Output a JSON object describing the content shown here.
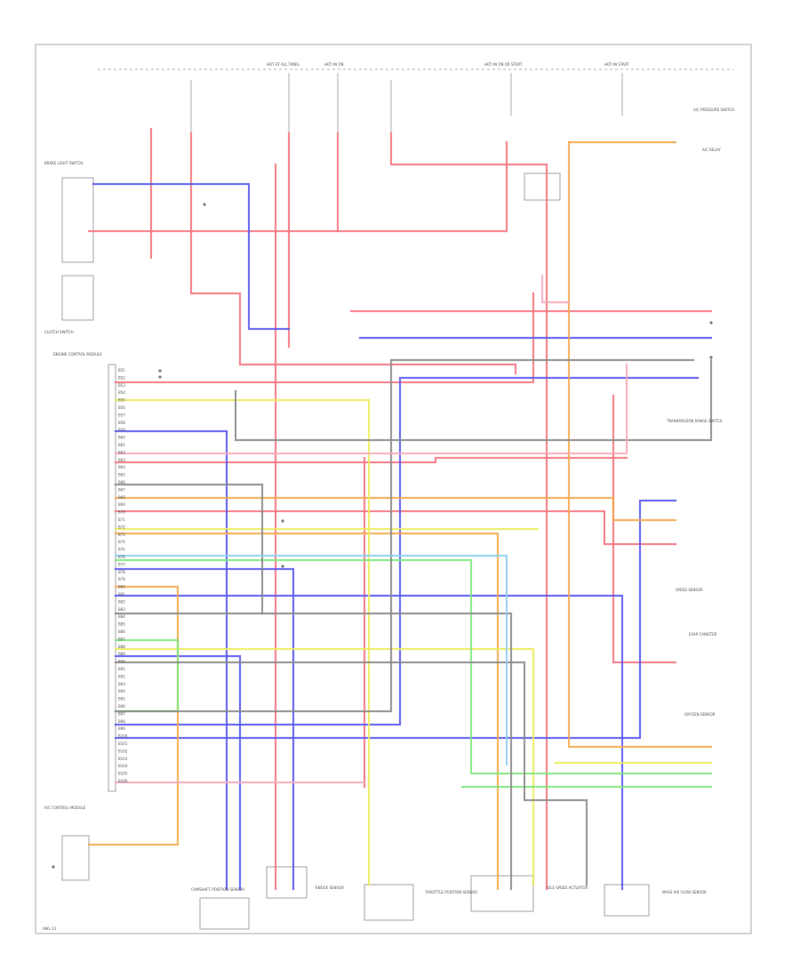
{
  "diagram": {
    "colors": {
      "red": "#f5737e",
      "blue": "#5656f0",
      "orange": "#f5a84a",
      "yellow": "#ecec5a",
      "green": "#7ee87e",
      "gray": "#8a8a8a",
      "pink": "#f7a8b8",
      "lightblue": "#8cd0f0"
    },
    "labels": {
      "page_number": "AWL-13",
      "fuse_boxes": [
        "HOT AT ALL TIMES",
        "HOT IN ON",
        "HOT IN ON OR START",
        "HOT IN START"
      ],
      "ecm_title": "ENGINE CONTROL MODULE",
      "ecm_pins": [
        "B51",
        "B52",
        "B53",
        "B54",
        "B55",
        "B56",
        "B57",
        "B58",
        "B59",
        "B60",
        "B61",
        "B62",
        "B63",
        "B64",
        "B65",
        "B66",
        "B67",
        "B68",
        "B69",
        "B70",
        "B71",
        "B72",
        "B73",
        "B74",
        "B75",
        "B76",
        "B77",
        "B78",
        "B79",
        "B80",
        "B81",
        "B82",
        "B83",
        "B84",
        "B85",
        "B86",
        "B87",
        "B88",
        "B89",
        "B90",
        "B91",
        "B92",
        "B93",
        "B94",
        "B95",
        "B96",
        "B97",
        "B98",
        "B99",
        "B100",
        "B101",
        "B102",
        "B103",
        "B104",
        "B105",
        "B106"
      ],
      "right_components": [
        "A/C PRESSURE SWITCH",
        "A/C RELAY",
        "TRANSMISSION RANGE SWITCH",
        "SPEED SENSOR",
        "EVAP CANISTER",
        "OXYGEN SENSOR"
      ],
      "bottom_components": [
        "CAMSHAFT POSITION SENSOR",
        "KNOCK SENSOR",
        "THROTTLE POSITION SENSOR",
        "IDLE SPEED ACTUATOR",
        "MASS AIR FLOW SENSOR"
      ],
      "left_components": [
        "BRAKE LIGHT SWITCH",
        "CLUTCH SWITCH",
        "A/C CONTROL MODULE"
      ]
    }
  }
}
